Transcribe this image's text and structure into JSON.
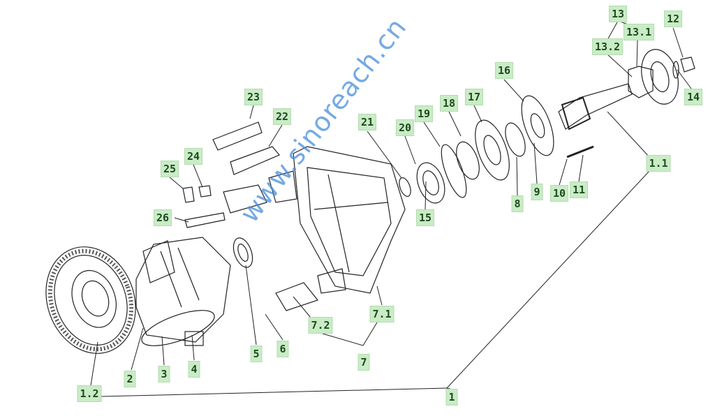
{
  "title": "Rear axle differential assembly exploded view",
  "watermark": "www.sinoreach.cn",
  "labels": {
    "l1": "1",
    "l1_1": "1.1",
    "l1_2": "1.2",
    "l2": "2",
    "l3": "3",
    "l4": "4",
    "l5": "5",
    "l6": "6",
    "l7": "7",
    "l7_1": "7.1",
    "l7_2": "7.2",
    "l8": "8",
    "l9": "9",
    "l10": "10",
    "l11": "11",
    "l12": "12",
    "l13": "13",
    "l13_1": "13.1",
    "l13_2": "13.2",
    "l14": "14",
    "l15": "15",
    "l16": "16",
    "l17": "17",
    "l18": "18",
    "l19": "19",
    "l20": "20",
    "l21": "21",
    "l22": "22",
    "l23": "23",
    "l24": "24",
    "l25": "25",
    "l26": "26"
  },
  "colors": {
    "label_bg": "#c9ecc6",
    "label_text": "#1f4a1f",
    "line": "#222222"
  }
}
